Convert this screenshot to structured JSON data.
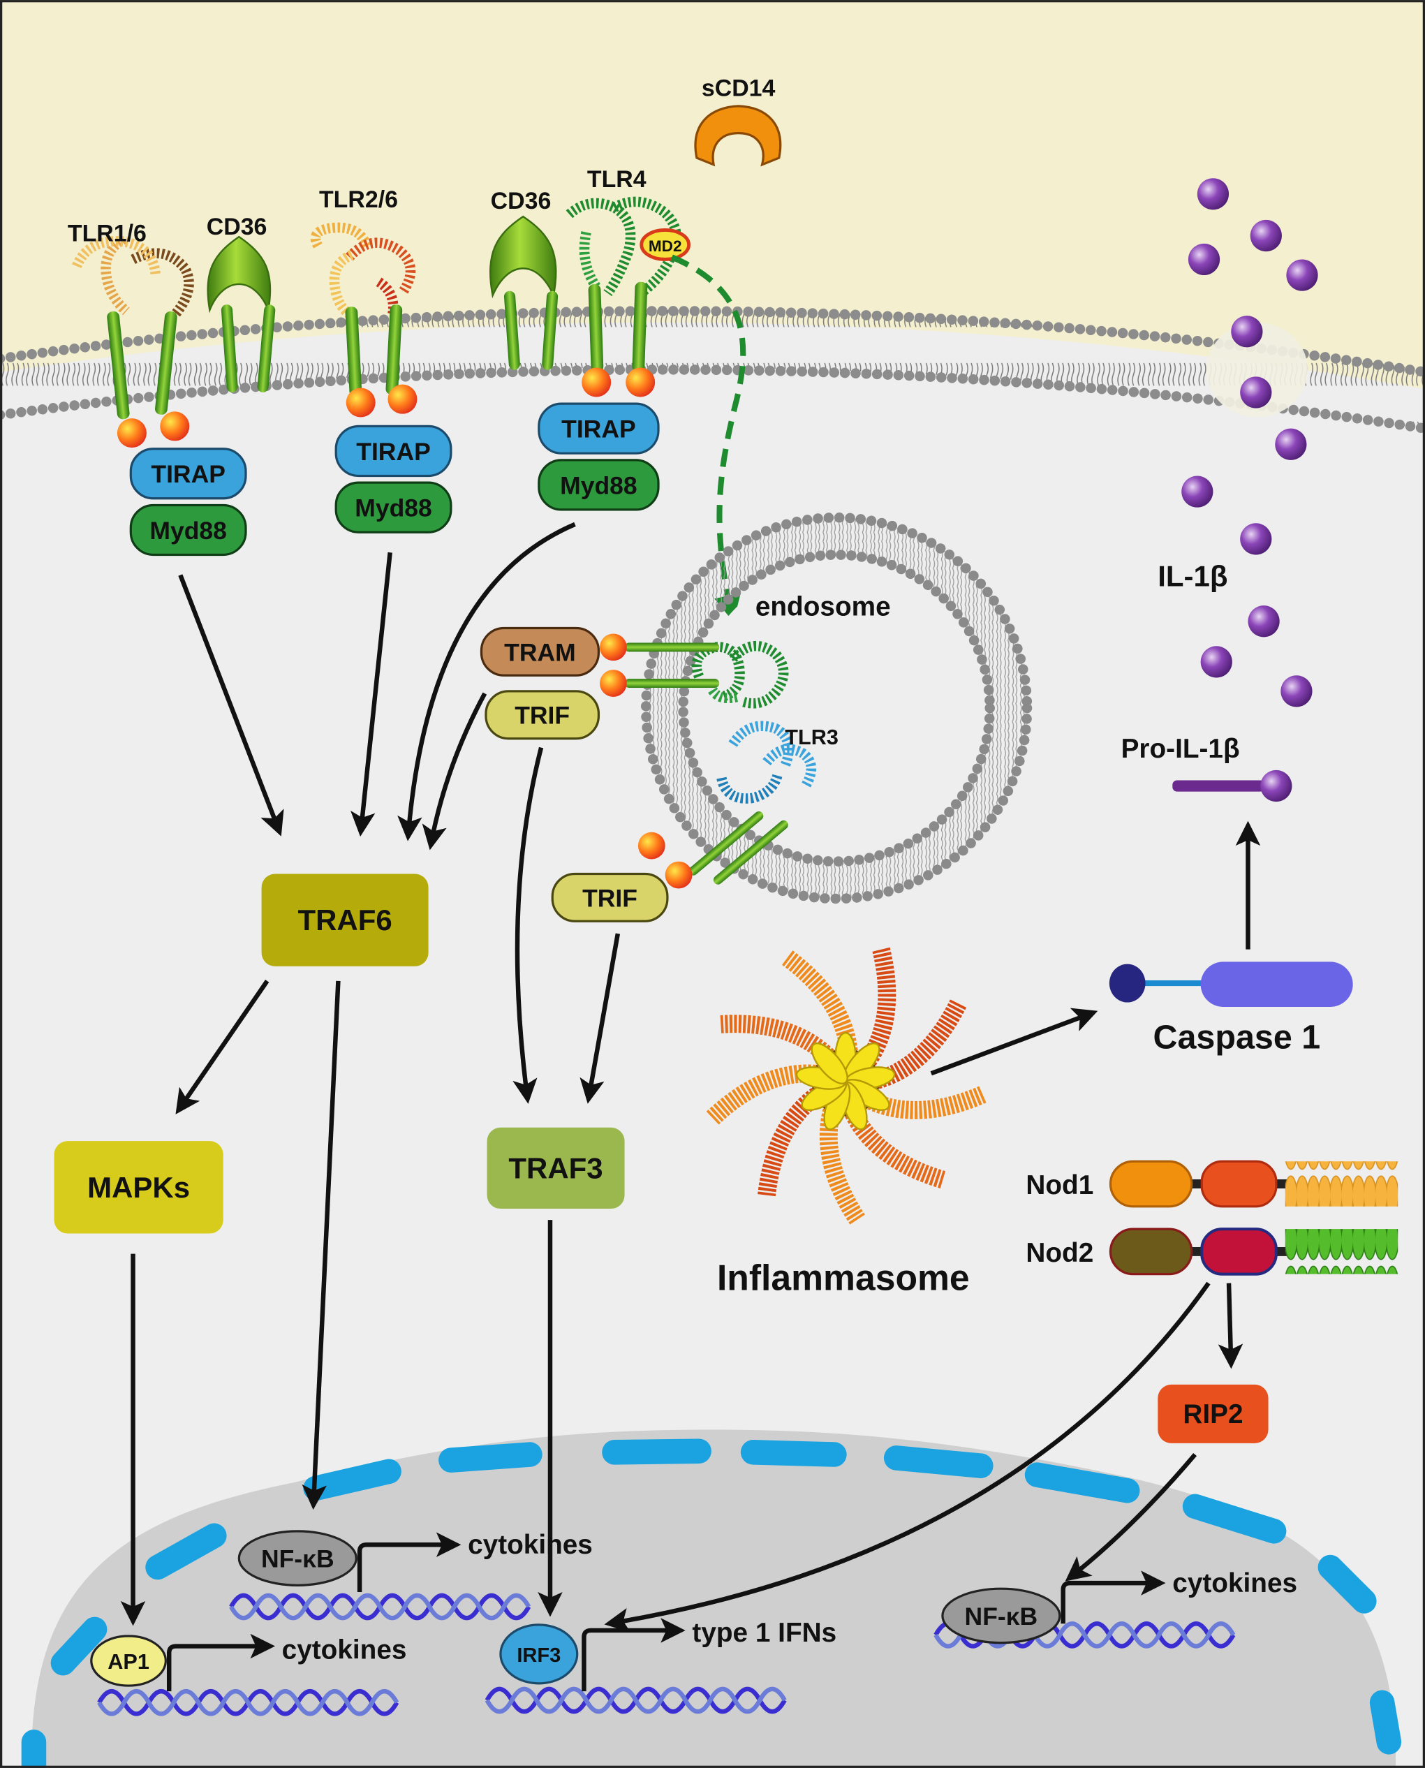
{
  "receptors": {
    "tlr16": "TLR1/6",
    "cd36_a": "CD36",
    "tlr26": "TLR2/6",
    "cd36_b": "CD36",
    "tlr4": "TLR4",
    "md2": "MD2",
    "scd14": "sCD14",
    "tlr3": "TLR3"
  },
  "adaptors": {
    "tirap": "TIRAP",
    "myd88": "Myd88",
    "tram": "TRAM",
    "trif": "TRIF"
  },
  "nodes": {
    "endosome": "endosome",
    "traf6": "TRAF6",
    "traf3": "TRAF3",
    "mapks": "MAPKs",
    "inflammasome": "Inflammasome",
    "caspase1": "Caspase 1",
    "pro_il1b": "Pro-IL-1β",
    "il1b": "IL-1β",
    "nod1": "Nod1",
    "nod2": "Nod2",
    "rip2": "RIP2"
  },
  "nucleus": {
    "ap1": "AP1",
    "nfkb": "NF-κB",
    "irf3": "IRF3",
    "cytokines": "cytokines",
    "type1_ifns": "type 1 IFNs"
  },
  "colors": {
    "extracellular": "#f3efcf",
    "cytoplasm": "#eeeeee",
    "nucleus": "#cfcfcf",
    "nuclear_envelope": "#1aa3e0",
    "tirap": "#3aa3dc",
    "myd88": "#2e9a3e",
    "tram": "#c48a58",
    "trif": "#d8d46a",
    "traf6": "#b5ac0b",
    "traf3": "#9bb84e",
    "mapks": "#d7cc1b",
    "rip2": "#e8501d",
    "caspase_head": "#262680",
    "caspase_body": "#6a64e6",
    "il1b": "#7a3a9e",
    "dna": "#3a2ed0"
  }
}
